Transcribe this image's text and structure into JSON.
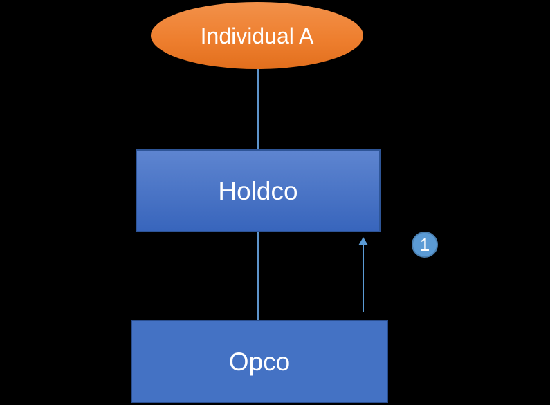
{
  "canvas": {
    "background_color": "#000000"
  },
  "diagram": {
    "type": "corporate-structure-chart",
    "nodes": {
      "individual": {
        "label": "Individual A",
        "shape": "ellipse",
        "fill_top": "#F2914A",
        "fill_bottom": "#E26F1D",
        "text_color": "#FFFFFF"
      },
      "holdco": {
        "label": "Holdco",
        "shape": "rectangle",
        "fill_top": "#5E85D0",
        "fill_bottom": "#3865BC",
        "border_color": "#2E5597",
        "text_color": "#FFFFFF"
      },
      "opco": {
        "label": "Opco",
        "shape": "rectangle",
        "fill": "#4472C4",
        "border_color": "#2A4E8F",
        "text_color": "#FFFFFF"
      }
    },
    "connectors": {
      "individual_to_holdco": {
        "from": "Individual A",
        "to": "Holdco",
        "style": "straight-line",
        "color": "#5E94CB"
      },
      "holdco_to_opco": {
        "from": "Holdco",
        "to": "Opco",
        "style": "straight-line",
        "color": "#5E94CB"
      },
      "opco_to_holdco_arrow": {
        "from": "Opco",
        "to": "Holdco",
        "style": "arrow-up",
        "color": "#5B9BD5"
      }
    },
    "annotations": {
      "step_badge": {
        "label": "1",
        "fill": "#5B9BD5",
        "border_color": "#4A7FB0",
        "text_color": "#FFFFFF"
      }
    }
  }
}
